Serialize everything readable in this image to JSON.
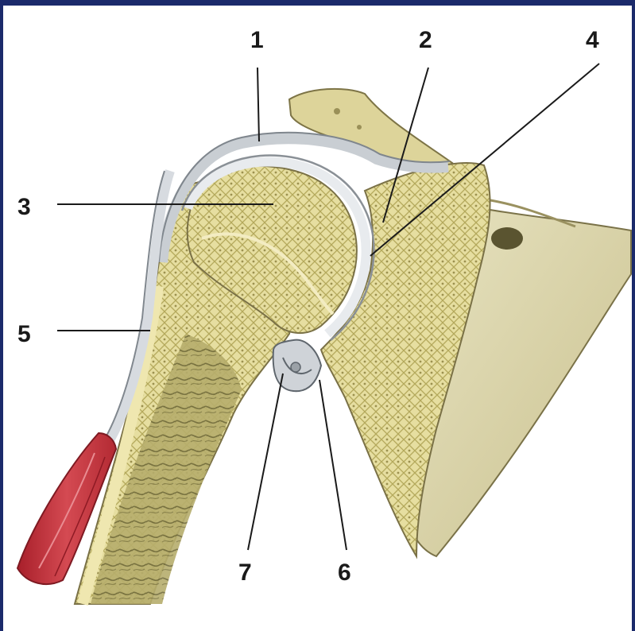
{
  "labels": {
    "l1": "1",
    "l2": "2",
    "l3": "3",
    "l4": "4",
    "l5": "5",
    "l6": "6",
    "l7": "7"
  },
  "colors": {
    "frame": "#1b2a6b",
    "bone": "#e4dc9a",
    "bone_shade": "#b9ae62",
    "cartilage": "#dfe2e6",
    "capsule": "#8f9499",
    "muscle": "#c2323b",
    "scapula": "#ddd9b4",
    "leader": "#1a1a1a"
  }
}
